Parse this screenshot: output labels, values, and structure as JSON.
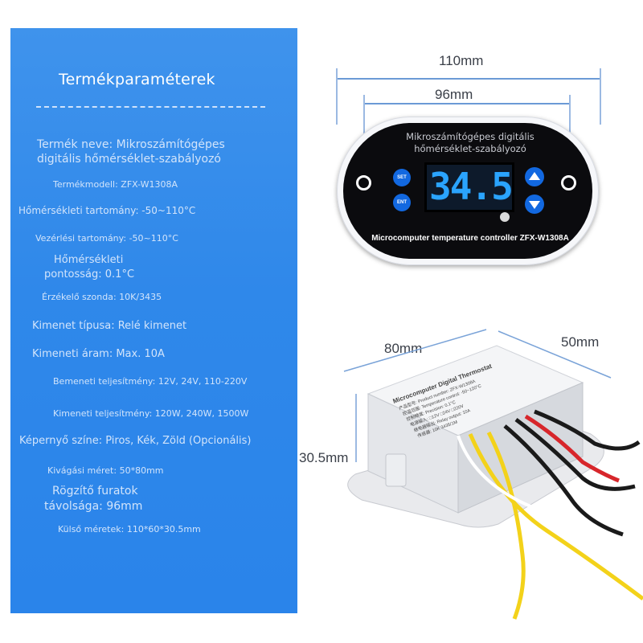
{
  "panel": {
    "title": "Termékparaméterek",
    "specs": [
      "Termék neve: Mikroszámítógépes",
      "digitális hőmérséklet-szabályozó",
      "Termékmodell: ZFX-W1308A",
      "Hőmérsékleti tartomány: -50~110°C",
      "Vezérlési tartomány: -50~110°C",
      "Hőmérsékleti",
      "pontosság: 0.1°C",
      "Érzékelő szonda: 10K/3435",
      "Kimenet típusa: Relé kimenet",
      "Kimeneti áram: Max. 10A",
      "Bemeneti teljesítmény: 12V, 24V, 110-220V",
      "Kimeneti teljesítmény: 120W, 240W, 1500W",
      "Képernyő színe: Piros, Kék, Zöld (Opcionális)",
      "Kivágási méret: 50*80mm",
      "Rögzítő furatok",
      "távolsága: 96mm",
      "Külső méretek: 110*60*30.5mm"
    ]
  },
  "dimensions": {
    "width_overall": "110mm",
    "hole_spacing": "96mm",
    "body_length": "80mm",
    "body_width": "50mm",
    "body_height": "30.5mm"
  },
  "controller": {
    "title_line1": "Mikroszámítógépes digitális",
    "title_line2": "hőmérséklet-szabályozó",
    "display": "34.5",
    "set_label": "SET",
    "ent_label": "ENT",
    "footer": "Microcomputer temperature controller ZFX-W1308A"
  },
  "box": {
    "label_title": "Microcomputer Digital Thermostat",
    "label_line1": "产品型号: Product number: ZFX-W1308A",
    "label_line2": "控温范围: Temperature control: -50~120°C",
    "label_line3": "控制精度: Precision: 0.1°C",
    "label_line4": "电源输入: □12V □24V □220V",
    "label_line5": "继电器输出: Relay output: 10A",
    "label_line6": "传感器: 10K 3435/1M"
  },
  "colors": {
    "panel": "#2f88ea",
    "lcd_digits": "#2aa4ff",
    "buttons": "#1268e0"
  }
}
